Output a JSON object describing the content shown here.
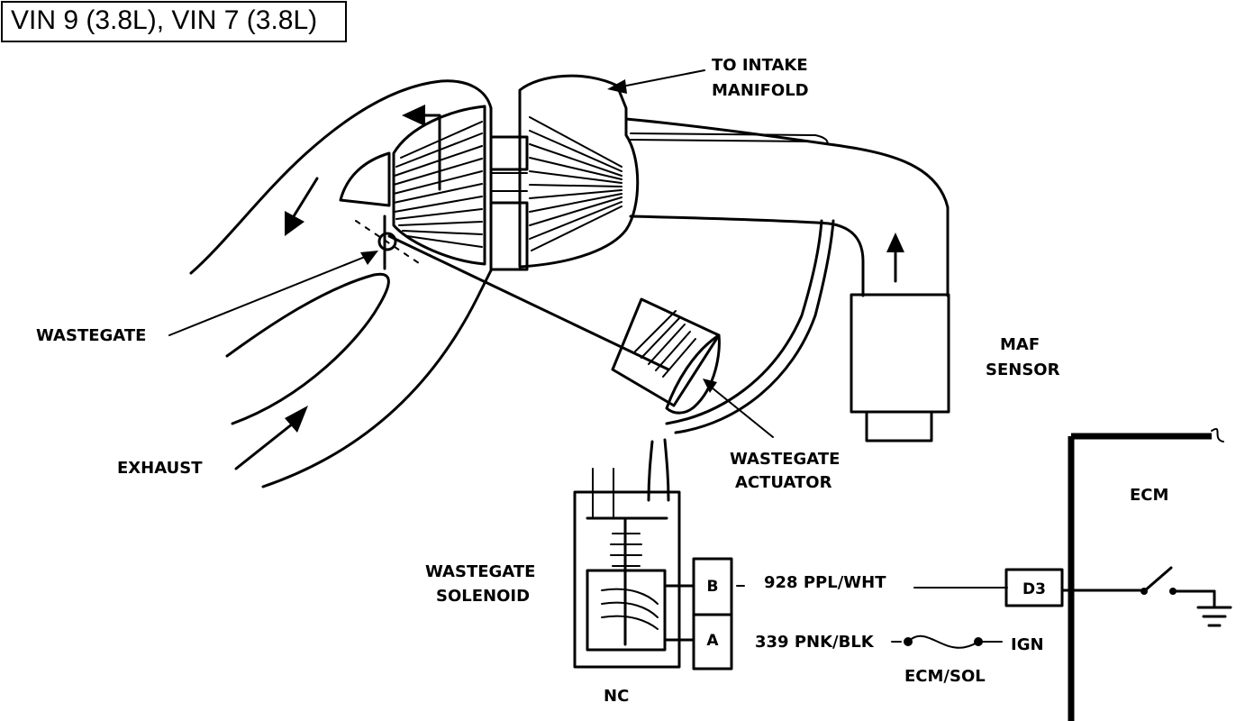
{
  "title": "VIN 9 (3.8L), VIN 7 (3.8L)",
  "labels": {
    "intake_line1": "TO INTAKE",
    "intake_line2": "MANIFOLD",
    "maf_line1": "MAF",
    "maf_line2": "SENSOR",
    "wastegate": "WASTEGATE",
    "exhaust": "EXHAUST",
    "actuator_line1": "WASTEGATE",
    "actuator_line2": "ACTUATOR",
    "solenoid_line1": "WASTEGATE",
    "solenoid_line2": "SOLENOID",
    "ecm": "ECM",
    "nc": "NC",
    "ecm_sol": "ECM/SOL",
    "ign": "IGN"
  },
  "connectors": {
    "b": "B",
    "a": "A",
    "d3": "D3"
  },
  "wires": {
    "b_wire": "928 PPL/WHT",
    "a_wire": "339 PNK/BLK"
  }
}
